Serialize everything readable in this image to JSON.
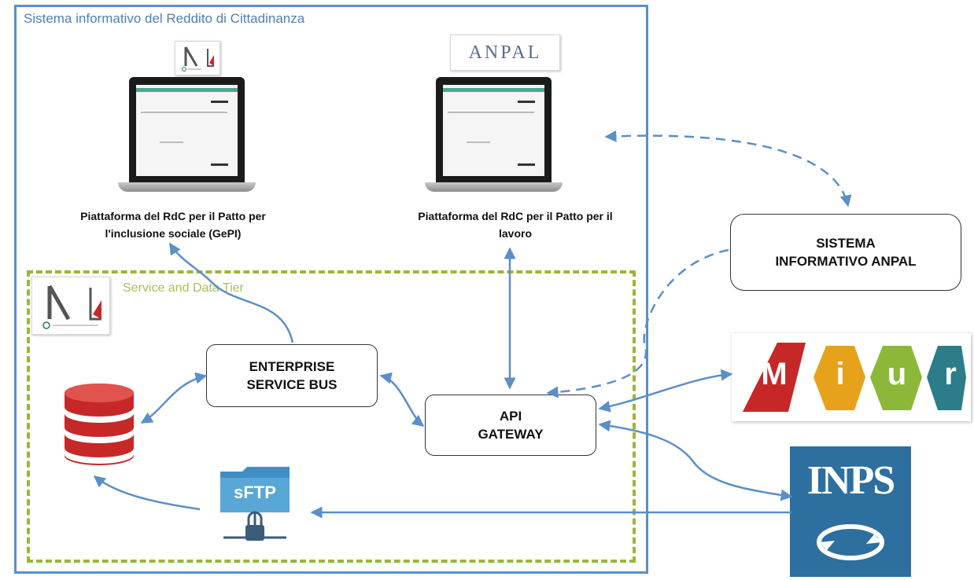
{
  "outer_title": "Sistema informativo del Reddito di Cittadinanza",
  "inner_title": "Service and Data Tier",
  "logos": {
    "ministry_top": "M L",
    "anpal": "ANPAL",
    "ministry_inner": "M L",
    "miur_letters": [
      "M",
      "i",
      "u",
      "r"
    ],
    "inps": "INPS",
    "sftp": "sFTP"
  },
  "platforms": {
    "gepi_caption_line1": "Piattaforma del RdC per il Patto per",
    "gepi_caption_line2": "l'inclusione sociale (GePI)",
    "lavoro_caption_line1": "Piattaforma del RdC per il Patto per il",
    "lavoro_caption_line2": "lavoro"
  },
  "nodes": {
    "esb_line1": "ENTERPRISE",
    "esb_line2": "SERVICE BUS",
    "api_line1": "API",
    "api_line2": "GATEWAY",
    "anpal_line1": "SISTEMA",
    "anpal_line2": "INFORMATIVO ANPAL"
  },
  "colors": {
    "outer_border": "#5b8fc7",
    "inner_border": "#9cb43c",
    "arrow": "#5b8fc7",
    "database": "#c62828",
    "sftp": "#3f8fc4",
    "inps": "#2d6f9f",
    "miur": [
      "#c62828",
      "#e7a21b",
      "#8cb83a",
      "#2b7d8a"
    ]
  }
}
